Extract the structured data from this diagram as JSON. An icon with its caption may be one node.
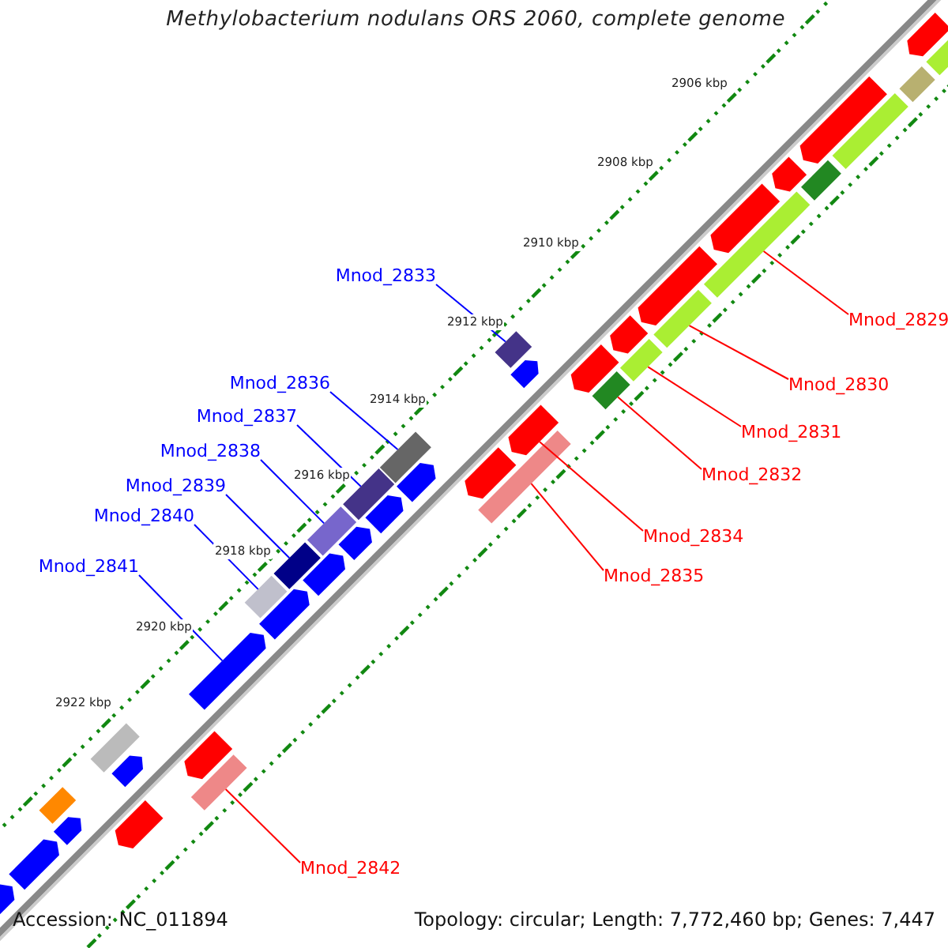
{
  "diagram": {
    "title": "Methylobacterium nodulans ORS 2060, complete genome",
    "nodes": [
      {
        "text": [
          "Mnod_2829"
        ]
      },
      {
        "text": [
          "Mnod_2830"
        ]
      },
      {
        "text": [
          "Mnod_2831"
        ]
      },
      {
        "text": [
          "Mnod_2832"
        ]
      },
      {
        "text": [
          "Mnod_2833"
        ]
      },
      {
        "text": [
          "Mnod_2834"
        ]
      },
      {
        "text": [
          "Mnod_2835"
        ]
      },
      {
        "text": [
          "Mnod_2836"
        ]
      },
      {
        "text": [
          "Mnod_2837"
        ]
      },
      {
        "text": [
          "Mnod_2838"
        ]
      },
      {
        "text": [
          "Mnod_2839"
        ]
      },
      {
        "text": [
          "Mnod_2840"
        ]
      },
      {
        "text": [
          "Mnod_2841"
        ]
      },
      {
        "text": [
          "Mnod_2842"
        ]
      },
      {
        "text": [],
        "shape": "box"
      },
      {
        "text": [],
        "shape": "arrow"
      },
      {
        "text": [],
        "shape": "box"
      },
      {
        "text": [],
        "shape": "box"
      },
      {
        "text": [],
        "shape": "arrow"
      },
      {
        "text": [],
        "shape": "box"
      },
      {
        "text": [],
        "shape": "arrow"
      },
      {
        "text": [],
        "shape": "arrow"
      },
      {
        "text": [],
        "shape": "box"
      },
      {
        "text": [],
        "shape": "arrow"
      },
      {
        "text": [],
        "shape": "box"
      },
      {
        "text": [],
        "shape": "arrow"
      },
      {
        "text": [],
        "shape": "box"
      },
      {
        "text": [],
        "shape": "arrow"
      },
      {
        "text": [],
        "shape": "box"
      },
      {
        "text": [],
        "shape": "box"
      },
      {
        "text": [],
        "shape": "arrow"
      },
      {
        "text": [],
        "shape": "arrow"
      },
      {
        "text": [],
        "shape": "box"
      },
      {
        "text": [],
        "shape": "arrow"
      },
      {
        "text": [],
        "shape": "arrow"
      },
      {
        "text": [],
        "shape": "box"
      },
      {
        "text": [],
        "shape": "box"
      },
      {
        "text": [],
        "shape": "arrow"
      },
      {
        "text": [],
        "shape": "arrow"
      },
      {
        "text": [],
        "shape": "box"
      },
      {
        "text": [],
        "shape": "arrow"
      },
      {
        "text": [],
        "shape": "box"
      },
      {
        "text": [],
        "shape": "box"
      },
      {
        "text": [],
        "shape": "arrow"
      },
      {
        "text": [],
        "shape": "arrow"
      },
      {
        "text": [],
        "shape": "arrow"
      },
      {
        "text": [],
        "shape": "box"
      },
      {
        "text": [],
        "shape": "arrow"
      },
      {
        "text": [],
        "shape": "box"
      },
      {
        "text": [],
        "shape": "arrow"
      },
      {
        "text": [],
        "shape": "box"
      },
      {
        "text": [],
        "shape": "arrow"
      },
      {
        "text": [],
        "shape": "arrow"
      },
      {
        "text": [],
        "shape": "arrow"
      }
    ],
    "edges": [
      {
        "from": 0,
        "to": 22,
        "arrow": "none"
      },
      {
        "from": 1,
        "to": 24,
        "arrow": "none"
      },
      {
        "from": 2,
        "to": 26,
        "arrow": "none"
      },
      {
        "from": 3,
        "to": 28,
        "arrow": "none"
      },
      {
        "from": 4,
        "to": 29,
        "arrow": "none",
        "color": "#0000ff"
      },
      {
        "from": 5,
        "to": 31,
        "arrow": "none"
      },
      {
        "from": 6,
        "to": 32,
        "arrow": "none"
      },
      {
        "from": 7,
        "to": 35,
        "arrow": "none",
        "color": "#0000ff"
      },
      {
        "from": 8,
        "to": 36,
        "arrow": "none",
        "color": "#0000ff"
      },
      {
        "from": 9,
        "to": 39,
        "arrow": "none",
        "color": "#0000ff"
      },
      {
        "from": 10,
        "to": 41,
        "arrow": "none",
        "color": "#0000ff"
      },
      {
        "from": 11,
        "to": 42,
        "arrow": "none",
        "color": "#0000ff"
      },
      {
        "from": 12,
        "to": 44,
        "arrow": "none",
        "color": "#0000ff"
      },
      {
        "from": 13,
        "to": 46,
        "arrow": "none"
      }
    ],
    "labels": [
      "2906 kbp",
      "2908 kbp",
      "2910 kbp",
      "2912 kbp",
      "2914 kbp",
      "2916 kbp",
      "2918 kbp",
      "2920 kbp",
      "2922 kbp",
      "Accession: NC_011894",
      "Topology: circular; Length: 7,772,460 bp; Genes: 7,447"
    ]
  }
}
